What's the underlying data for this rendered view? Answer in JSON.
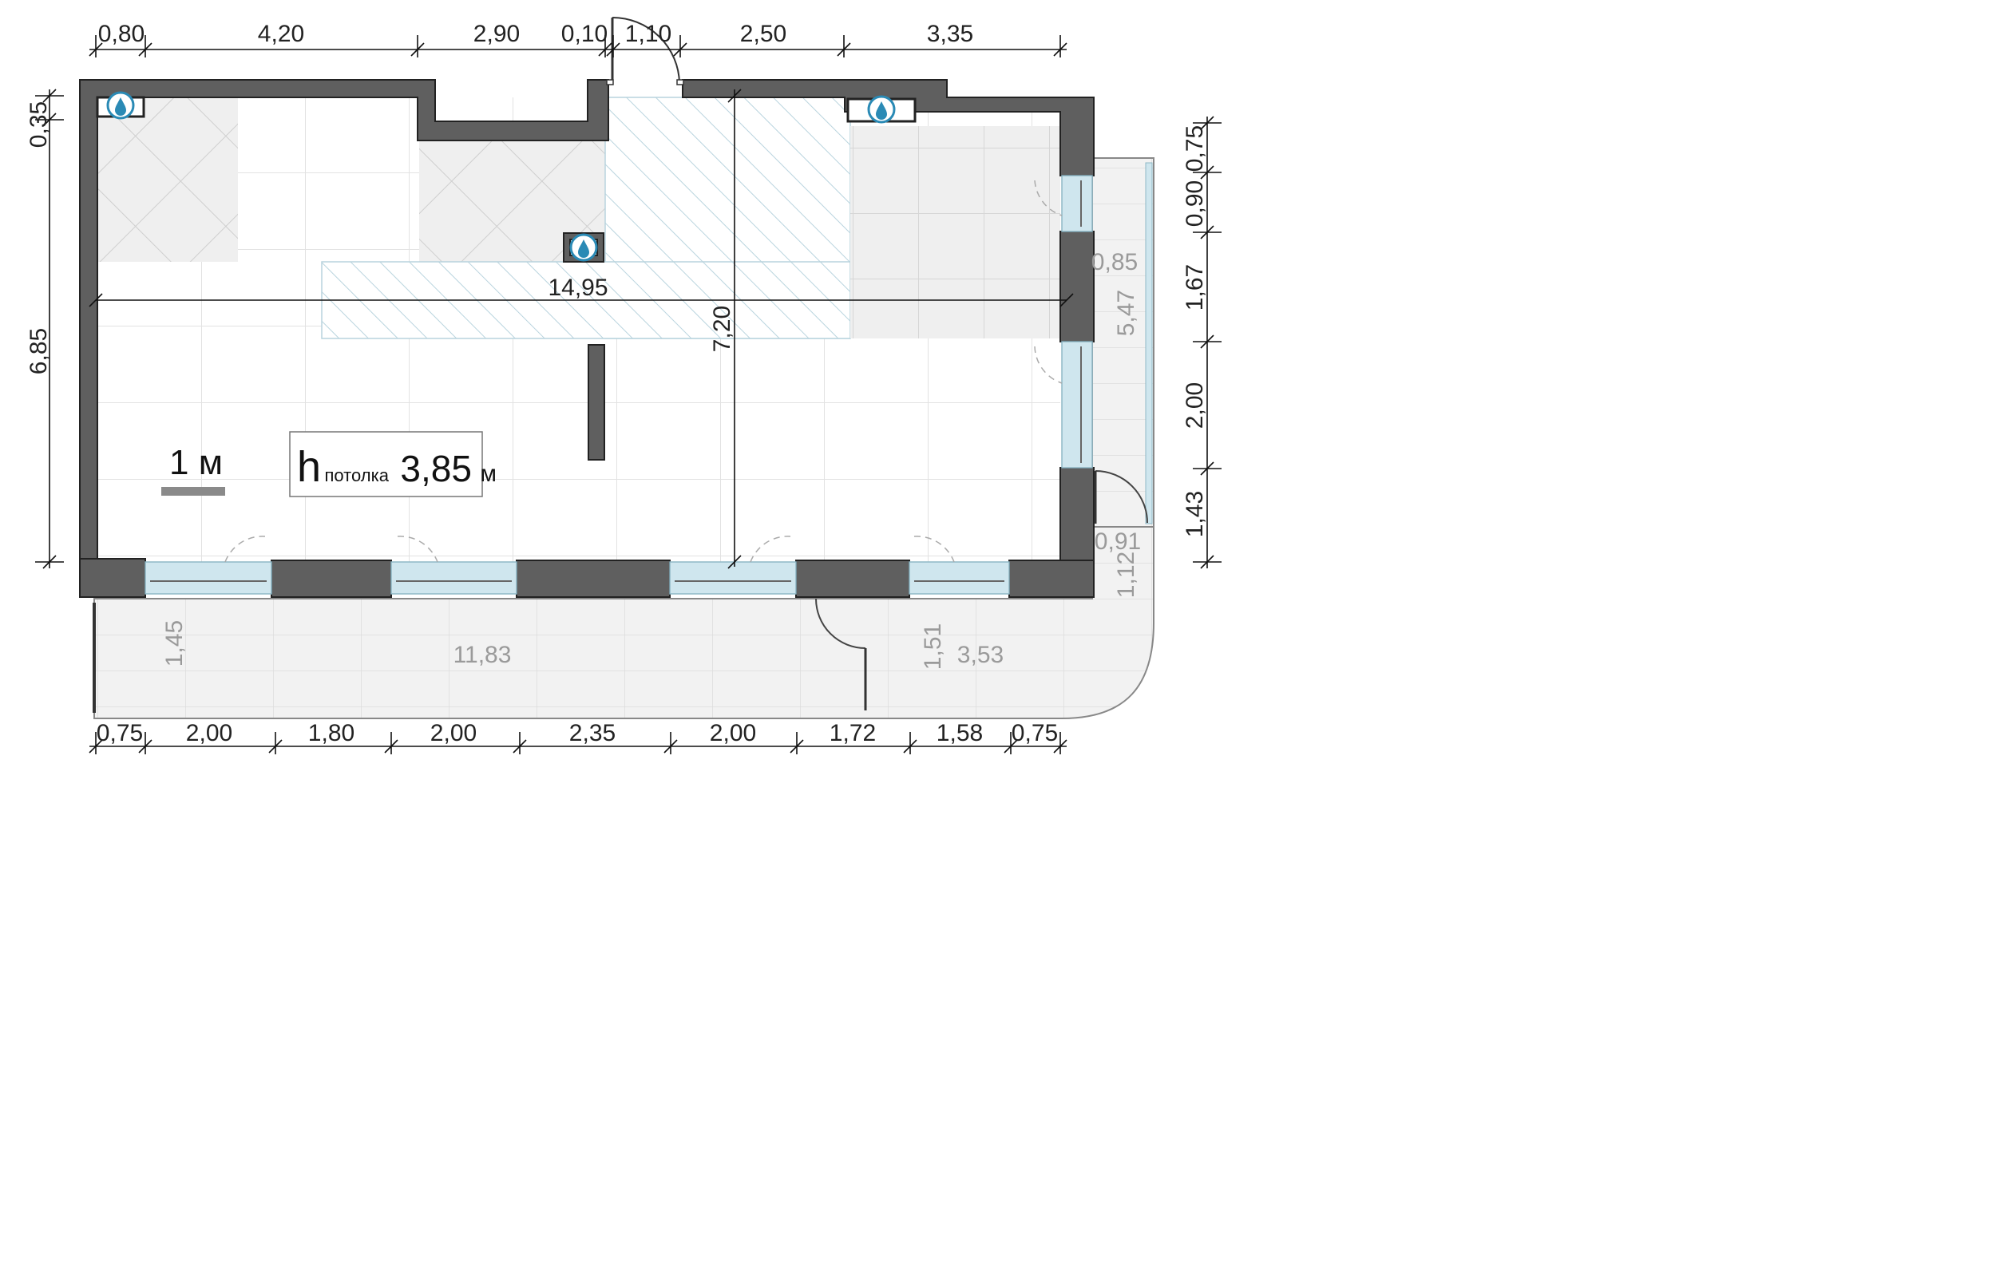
{
  "colors": {
    "wall": "#5f5f5f",
    "wall_stroke": "#222222",
    "glass": "#cfe6ee",
    "tile": "#efefef",
    "grid": "#d9d9d9",
    "hatch": "#b9d4de",
    "water": "#2a8ab5",
    "dim_line": "#111111",
    "dim_light": "#9a9a9a"
  },
  "icons": [
    "water-drop-icon",
    "door-swing-icon"
  ],
  "dims": {
    "top": [
      "0,80",
      "4,20",
      "2,90",
      "0,10",
      "1,10",
      "2,50",
      "3,35"
    ],
    "bottom": [
      "0,75",
      "2,00",
      "1,80",
      "2,00",
      "2,35",
      "2,00",
      "1,72",
      "1,58",
      "0,75"
    ],
    "left": [
      "0,35",
      "6,85"
    ],
    "right": [
      "0,75",
      "0,90",
      "1,67",
      "2,00",
      "1,43"
    ],
    "total_width": "14,95",
    "total_depth": "7,20",
    "balcony_right_width": "0,85",
    "balcony_right_length": "5,47",
    "balcony_corner_width": "0,91",
    "balcony_corner_depth": "1,12",
    "balcony_bottom_depth_left": "1,45",
    "balcony_bottom_length": "11,83",
    "balcony_bottom_depth_right": "1,51",
    "balcony_bottom_corner": "3,53"
  },
  "scale": {
    "label": "1 м"
  },
  "ceiling": {
    "h": "h",
    "sub": "потолка",
    "value": "3,85",
    "unit": "м"
  }
}
